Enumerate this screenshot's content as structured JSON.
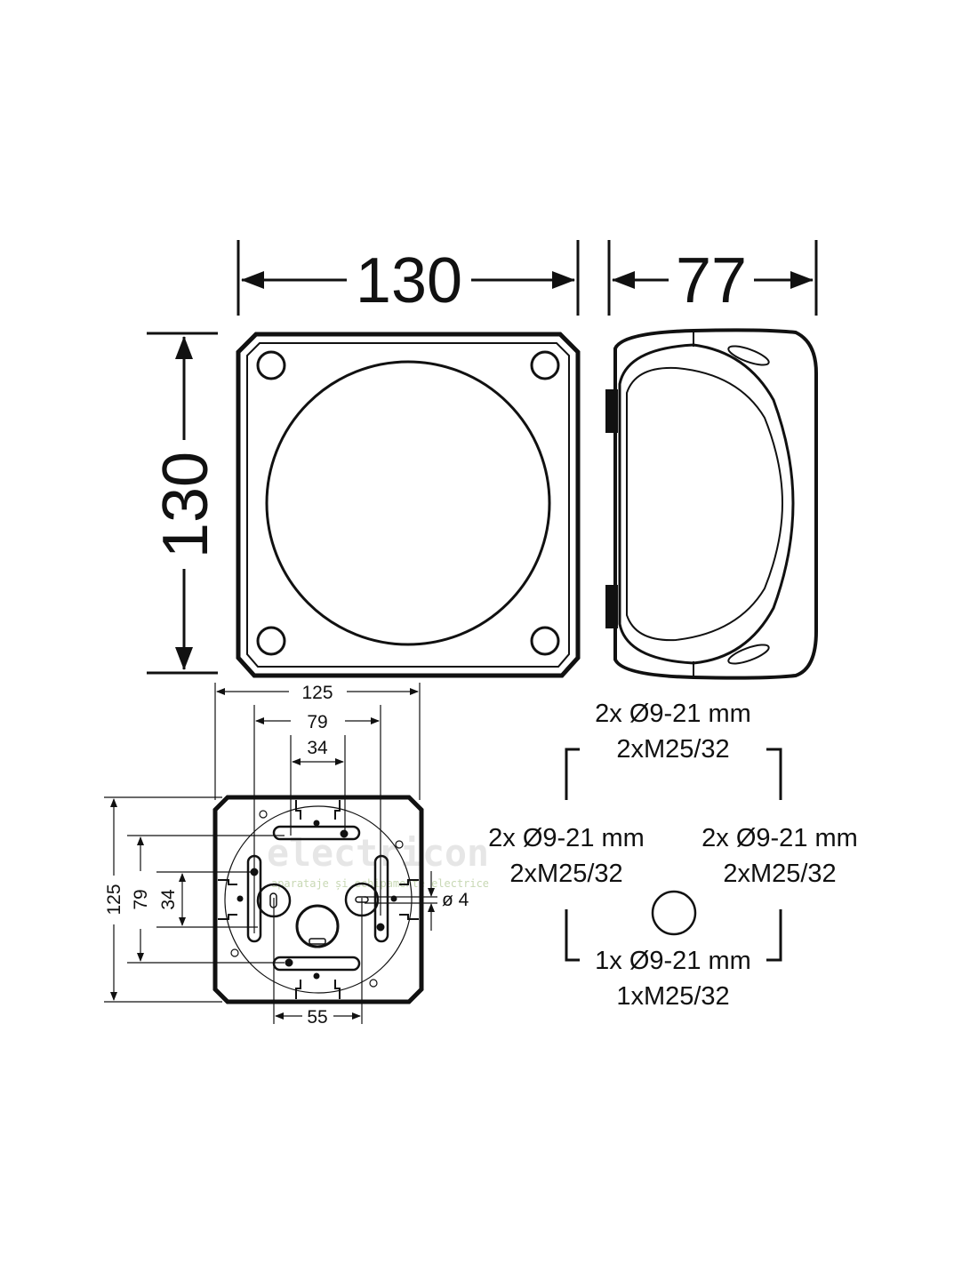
{
  "top_dimensions": {
    "width": "130",
    "depth": "77",
    "height": "130"
  },
  "base_dimensions": {
    "outer_width": "125",
    "hole_spacing_wide": "79",
    "hole_spacing_narrow": "34",
    "outer_height": "125",
    "vertical_spacing_wide": "79",
    "vertical_spacing_narrow": "34",
    "center_spacing": "55",
    "hole_diameter": "ø 4"
  },
  "entries": {
    "top": {
      "diameter": "2x Ø9-21 mm",
      "thread": "2xM25/32"
    },
    "left": {
      "diameter": "2x Ø9-21 mm",
      "thread": "2xM25/32"
    },
    "right": {
      "diameter": "2x Ø9-21 mm",
      "thread": "2xM25/32"
    },
    "bottom": {
      "diameter": "1x Ø9-21 mm",
      "thread": "1xM25/32"
    }
  },
  "watermark": {
    "brand": "electricon",
    "tagline": "aparataje și echipamente electrice"
  }
}
